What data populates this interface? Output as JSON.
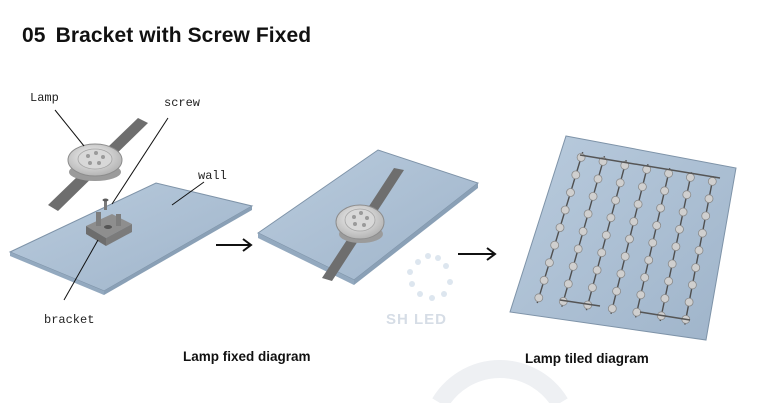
{
  "header": {
    "number": "05",
    "title": "Bracket with Screw Fixed"
  },
  "labels": {
    "lamp": "Lamp",
    "screw": "screw",
    "wall": "wall",
    "bracket": "bracket"
  },
  "captions": {
    "fixed": "Lamp fixed diagram",
    "tiled": "Lamp tiled diagram"
  },
  "watermark": "SH LED",
  "colors": {
    "wall": "#aabfd4",
    "wall_edge": "#7e93a8",
    "strap": "#6e6e6e",
    "lamp_ring": "#c9c9c9",
    "led": "#9a9a9a"
  }
}
